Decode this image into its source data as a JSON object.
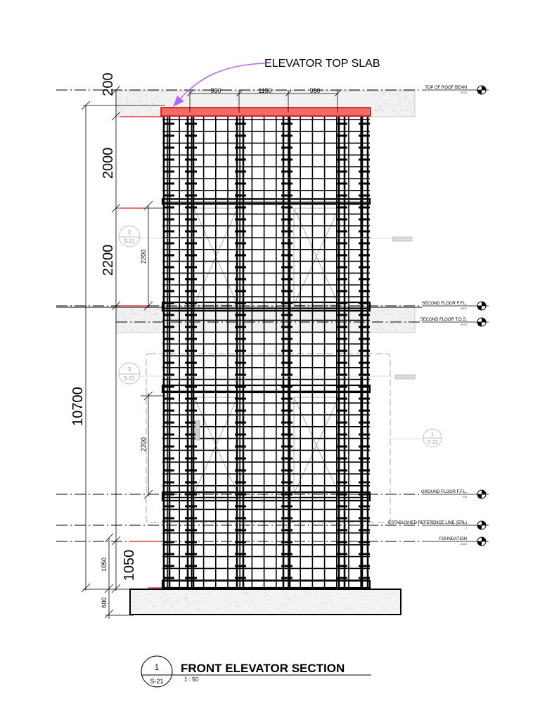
{
  "callout": {
    "text": "ELEVATOR TOP SLAB",
    "arrow_color": "#b36bf0"
  },
  "colors": {
    "slab_fill": "#f26b6b",
    "slab_stroke": "#d40000",
    "rebar": "#000000",
    "leader": "#e21b1b"
  },
  "top_dims": [
    "950",
    "1150",
    "950"
  ],
  "left_dims": {
    "d200": "200",
    "d2000": "2000",
    "d2200": "2200",
    "d10700": "10700",
    "d1050": "1050",
    "d2200_upper": "2200",
    "d2200_lower": "2200",
    "d1050_small": "1050",
    "d600": "600"
  },
  "levels": [
    {
      "name": "TOP OF ROOF BEAM",
      "elev": "8700"
    },
    {
      "name": "SECOND FLOOR F.F.L.",
      "elev": "4900"
    },
    {
      "name": "SECOND FLOOR T.O.S.",
      "elev": "4870"
    },
    {
      "name": "GROUND FLOOR F.F.L.",
      "elev": "700"
    },
    {
      "name": "ESTABLISHED REFERENCE LINE (ERL)",
      "elev": "0"
    },
    {
      "name": "FOUNDATION",
      "elev": "-1000"
    }
  ],
  "section_markers": [
    {
      "num": "2",
      "sheet": "S-21"
    },
    {
      "num": "3",
      "sheet": "S-21"
    },
    {
      "num": "1",
      "sheet": "S-21"
    }
  ],
  "title": {
    "num": "1",
    "sheet": "S-21",
    "text": "FRONT ELEVATOR SECTION",
    "scale": "1 : 50"
  }
}
